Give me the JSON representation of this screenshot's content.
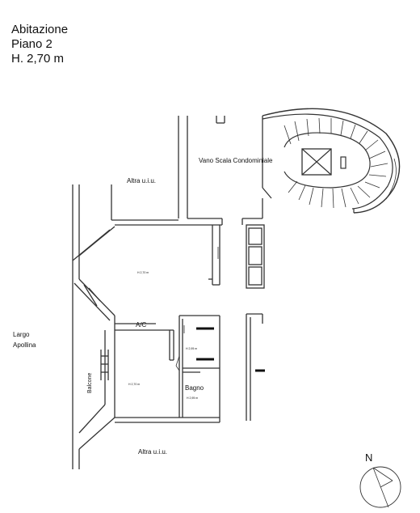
{
  "header": {
    "line1": "Abitazione",
    "line2": "Piano 2",
    "line3": "H. 2,70 m"
  },
  "labels": {
    "stair": "Vano Scala Condominiale",
    "other_unit_top": "Altra u.i.u.",
    "other_unit_bottom": "Altra u.i.u.",
    "street_line1": "Largo",
    "street_line2": "Apollina",
    "ac": "A/C",
    "bathroom": "Bagno",
    "balcony": "Balcone",
    "height_living": "H 2,70 m",
    "height_bedroom": "H 2,70 m",
    "height_hall": "H 2,95 m",
    "height_bath": "H 2,95 m"
  },
  "compass": {
    "north_label": "N",
    "icon": "north-arrow-icon"
  }
}
